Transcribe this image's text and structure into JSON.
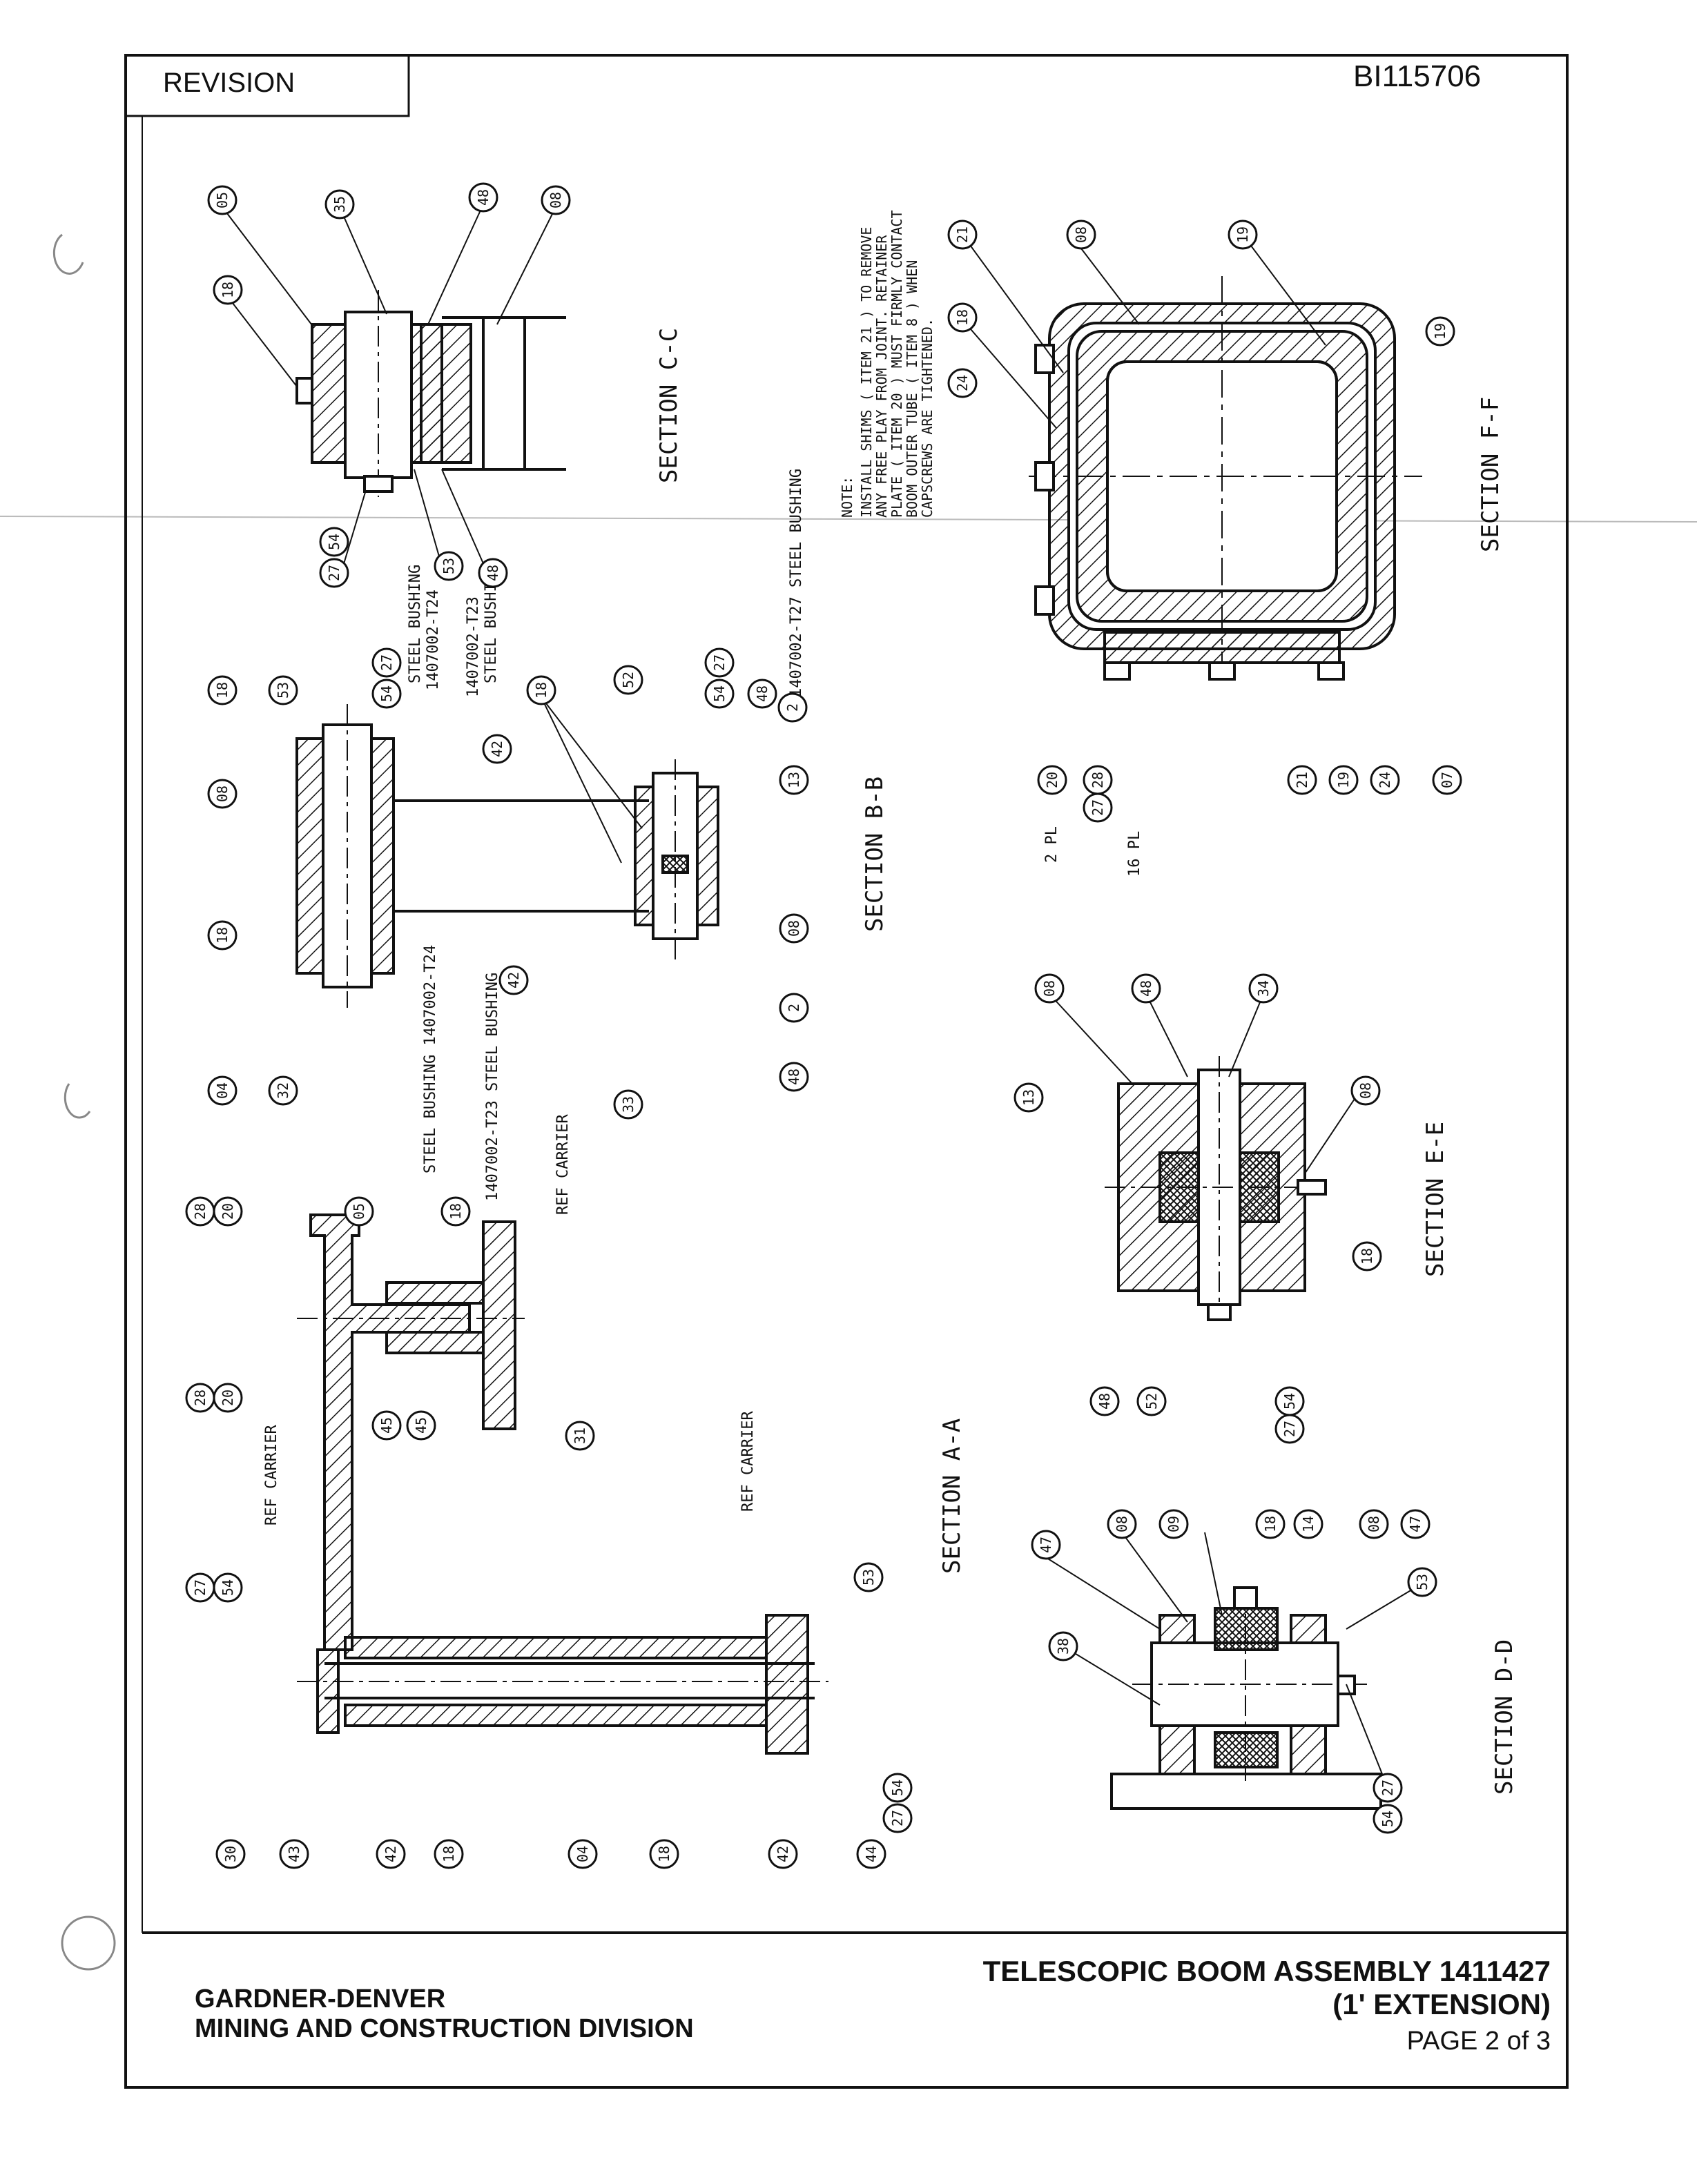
{
  "header": {
    "revision_label": "REVISION",
    "drawing_number": "BI115706"
  },
  "title_block": {
    "company": "GARDNER-DENVER",
    "division": "MINING AND CONSTRUCTION  DIVISION",
    "title": "TELESCOPIC BOOM ASSEMBLY  1411427",
    "subtitle": "(1' EXTENSION)",
    "page": "PAGE  2 of  3"
  },
  "sections": {
    "cc": "SECTION C-C",
    "bb": "SECTION B-B",
    "ff": "SECTION F-F",
    "ee": "SECTION E-E",
    "aa": "SECTION A-A",
    "dd": "SECTION D-D"
  },
  "note": {
    "title": "NOTE:",
    "lines": [
      "INSTALL SHIMS ( ITEM 21 ) TO REMOVE",
      "ANY FREE PLAY FROM JOINT. RETAINER",
      "PLATE ( ITEM 20 ) MUST FIRMLY CONTACT",
      "BOOM OUTER TUBE ( ITEM 8 ) WHEN",
      "CAPSCREWS ARE TIGHTENED."
    ]
  },
  "labels": {
    "steel_bushing_t27": "1407002-T27  STEEL  BUSHING",
    "steel_bushing_t24_a": "STEEL BUSHING",
    "steel_bushing_t24_b": "1407002-T24",
    "steel_bushing_t23_a": "1407002-T23",
    "steel_bushing_t23_b": "STEEL BUSHING",
    "bb_bot_t24": "STEEL BUSHING 1407002-T24",
    "bb_bot_t23": "1407002-T23 STEEL BUSHING",
    "ref_carrier_1": "REF CARRIER",
    "ref_carrier_2": "REF CARRIER",
    "ref_carrier_3": "REF CARRIER",
    "two_pl": "2 PL",
    "sixteen_pl": "16 PL"
  },
  "balloons": {
    "cc": [
      "05",
      "35",
      "48",
      "08",
      "18",
      "27",
      "54",
      "53",
      "48"
    ],
    "bb": [
      "18",
      "53",
      "27",
      "54",
      "08",
      "18",
      "42",
      "18",
      "04",
      "32",
      "42",
      "33",
      "52",
      "27",
      "54",
      "48",
      "2",
      "13",
      "08",
      "2",
      "48"
    ],
    "ff": [
      "21",
      "08",
      "19",
      "19",
      "18",
      "24",
      "20",
      "28",
      "27",
      "21",
      "19",
      "24",
      "07"
    ],
    "ee": [
      "08",
      "48",
      "34",
      "13",
      "08",
      "18",
      "48",
      "52",
      "54",
      "27"
    ],
    "aa": [
      "28",
      "20",
      "05",
      "18",
      "28",
      "20",
      "45",
      "45",
      "31",
      "27",
      "54",
      "53",
      "30",
      "43",
      "42",
      "18",
      "04",
      "18",
      "42",
      "44",
      "54",
      "27"
    ],
    "dd": [
      "47",
      "08",
      "09",
      "18",
      "14",
      "08",
      "47",
      "38",
      "53",
      "27",
      "54"
    ]
  }
}
